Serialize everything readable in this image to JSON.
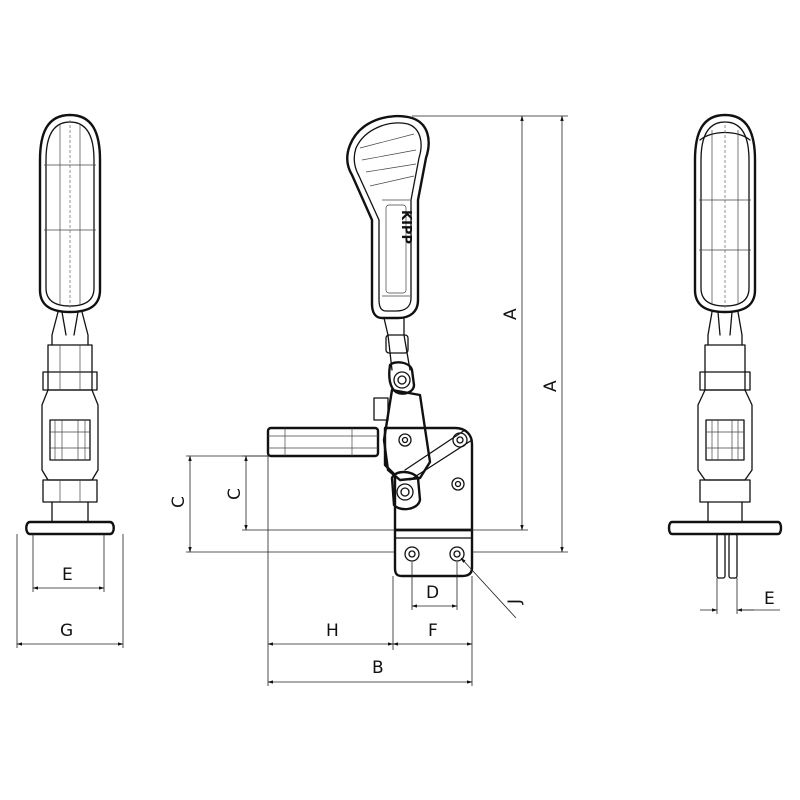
{
  "brand": "KIPP",
  "labels": {
    "A_inner": "A",
    "A_outer": "A",
    "C_outer": "C",
    "C_inner": "C",
    "E_left": "E",
    "G": "G",
    "H": "H",
    "F": "F",
    "B": "B",
    "D": "D",
    "J": "J",
    "E_right": "E"
  },
  "colors": {
    "line": "#111111",
    "background": "#ffffff"
  }
}
